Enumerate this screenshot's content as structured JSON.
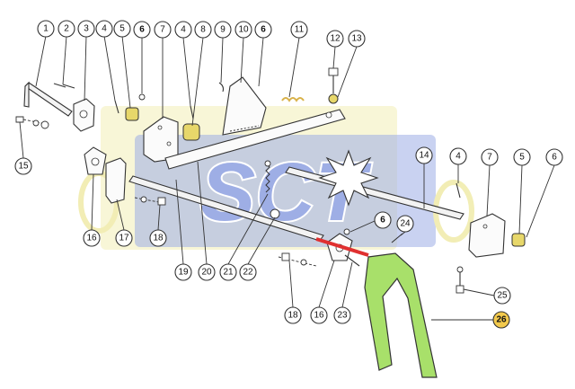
{
  "diagram": {
    "watermark_text": "SCT",
    "highlight_color": "#f2c94c",
    "fork_color": "#a8e06a",
    "spring_color": "#d9b24a",
    "marker_color": "#e03030",
    "watermark_colors": {
      "blue": "#4f6cd1",
      "yellow": "#e8e07a"
    },
    "callouts": {
      "c1": "1",
      "c2": "2",
      "c3": "3",
      "c4a": "4",
      "c5a": "5",
      "c6a": "6",
      "c7a": "7",
      "c4b": "4",
      "c8": "8",
      "c9": "9",
      "c10": "10",
      "c6b": "6",
      "c11": "11",
      "c12": "12",
      "c13": "13",
      "c15": "15",
      "c16a": "16",
      "c17": "17",
      "c18a": "18",
      "c19": "19",
      "c20": "20",
      "c21": "21",
      "c22": "22",
      "c14": "14",
      "c4c": "4",
      "c7b": "7",
      "c5b": "5",
      "c6c": "6",
      "c6d": "6",
      "c24": "24",
      "c25": "25",
      "c26": "26",
      "c18b": "18",
      "c16b": "16",
      "c23": "23"
    }
  }
}
